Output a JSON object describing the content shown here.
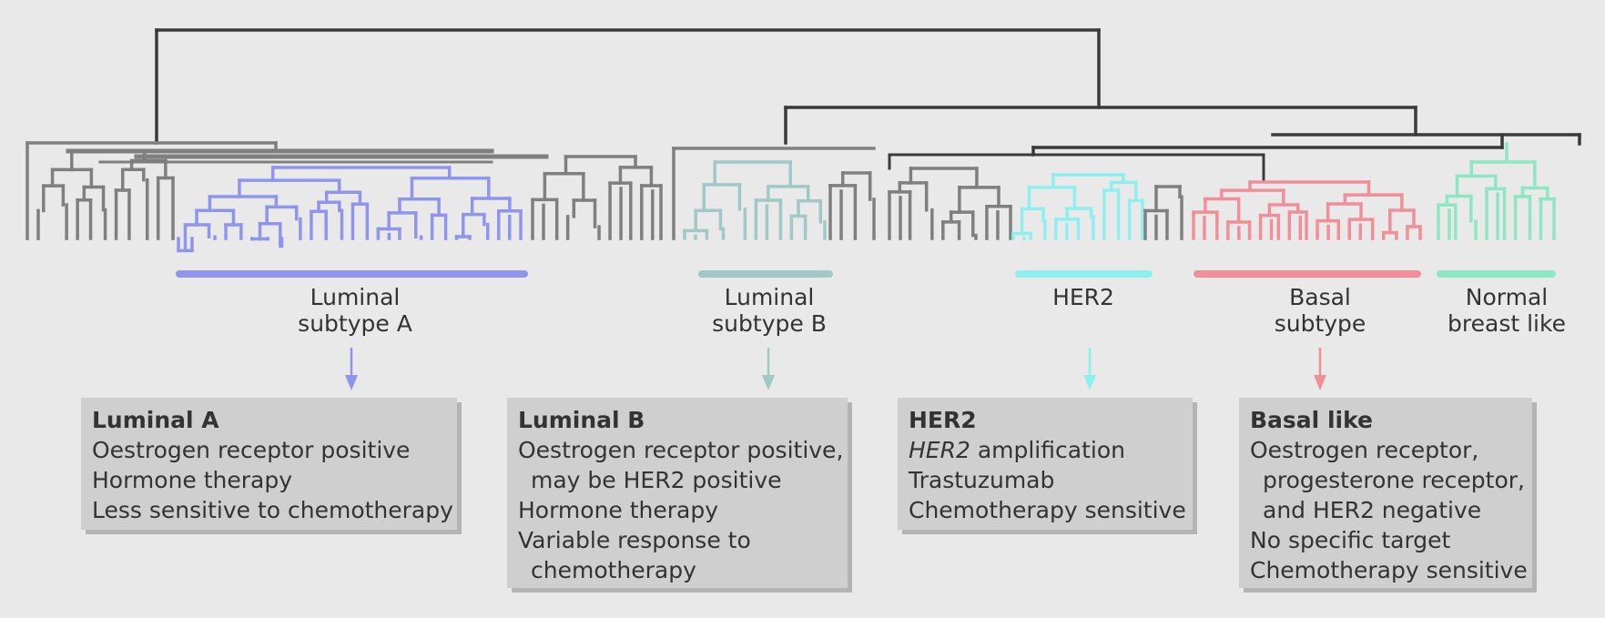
{
  "clusters": [
    {
      "id": "luminal-a",
      "label_lines": [
        "Luminal",
        "subtype A"
      ],
      "color": "#8f95ec"
    },
    {
      "id": "luminal-b",
      "label_lines": [
        "Luminal",
        "subtype B"
      ],
      "color": "#9fc8c6"
    },
    {
      "id": "her2",
      "label_lines": [
        "HER2"
      ],
      "color": "#8ef0ee"
    },
    {
      "id": "basal",
      "label_lines": [
        "Basal",
        "subtype"
      ],
      "color": "#f28e98"
    },
    {
      "id": "normal",
      "label_lines": [
        "Normal",
        "breast like"
      ],
      "color": "#8de6c4"
    }
  ],
  "colors": {
    "background": "#e9e9e9",
    "tree_gray": "#7f7f7f",
    "tree_dark": "#3a3a3a",
    "box_fill": "#cfcfcf",
    "box_shadow": "#b4b4b4",
    "text": "#333333"
  },
  "boxes": {
    "luminal_a": {
      "title": "Luminal A",
      "lines": [
        "Oestrogen receptor positive",
        "Hormone therapy",
        "Less sensitive to chemotherapy"
      ]
    },
    "luminal_b": {
      "title": "Luminal B",
      "lines": [
        "Oestrogen receptor positive,",
        "may be HER2 positive",
        "Hormone therapy",
        "Variable response to",
        "chemotherapy"
      ]
    },
    "her2": {
      "title": "HER2",
      "line1_italic": "HER2",
      "line1_rest": " amplification",
      "lines": [
        "Trastuzumab",
        "Chemotherapy sensitive"
      ]
    },
    "basal": {
      "title": "Basal like",
      "lines": [
        "Oestrogen receptor,",
        "progesterone receptor,",
        "and HER2 negative",
        "No specific target",
        "Chemotherapy sensitive"
      ]
    }
  }
}
